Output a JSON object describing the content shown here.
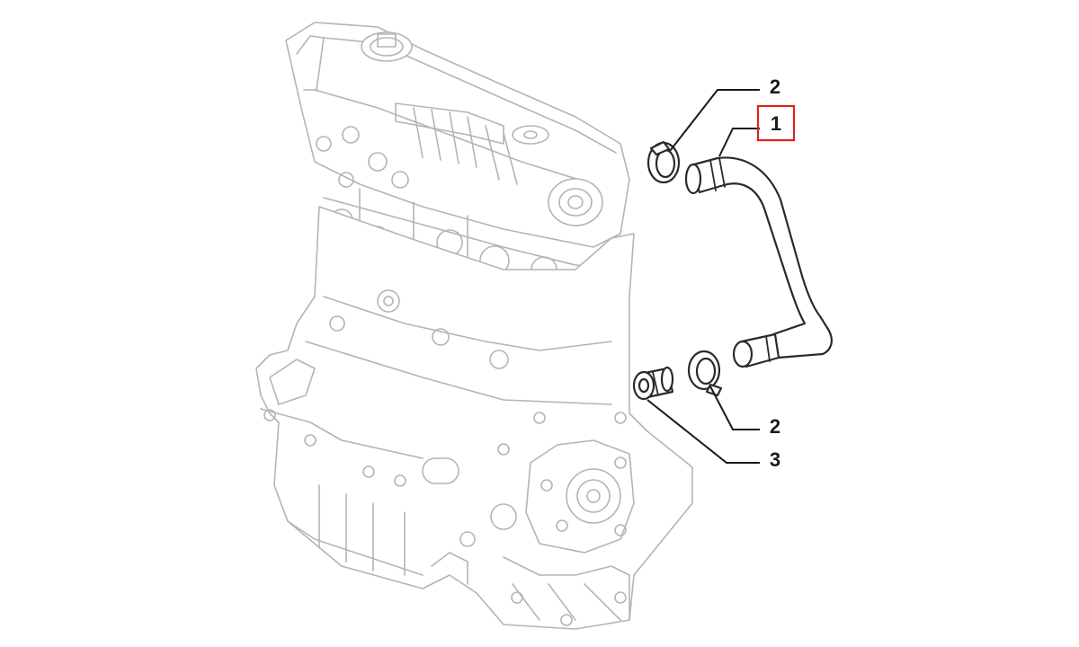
{
  "callouts": [
    {
      "id": "hose",
      "label": "1",
      "highlighted": true
    },
    {
      "id": "clamp-upper",
      "label": "2",
      "highlighted": false
    },
    {
      "id": "clamp-lower",
      "label": "2",
      "highlighted": false
    },
    {
      "id": "fitting",
      "label": "3",
      "highlighted": false
    }
  ],
  "colors": {
    "highlight": "#e0201c",
    "engine_line": "#b4b4b4",
    "part_line": "#2a2a2a"
  }
}
